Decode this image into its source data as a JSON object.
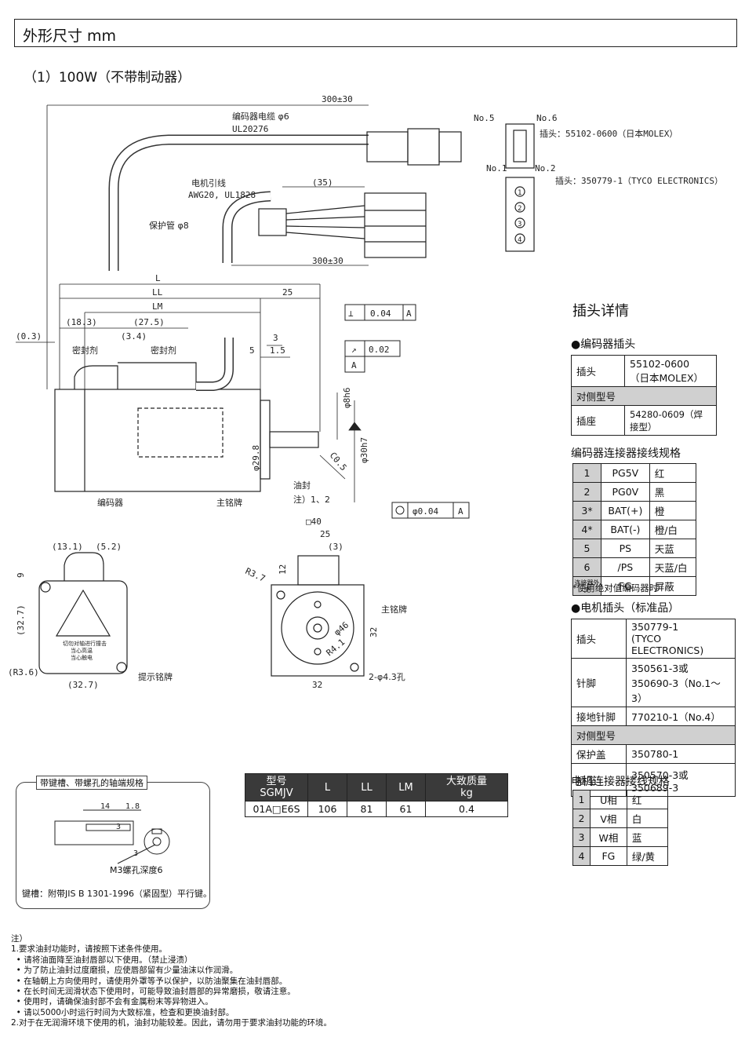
{
  "title": "外形尺寸 mm",
  "subtitle": "（1）100W（不带制动器）",
  "drawing": {
    "encoder_cable": "编码器电缆 φ6",
    "encoder_cable_spec": "UL20276",
    "cable_len_top": "300±30",
    "motor_lead": "电机引线",
    "motor_lead_spec": "AWG20, UL1828",
    "dim_35": "(35)",
    "protect_tube": "保护管 φ8",
    "cable_len_mid": "300±30",
    "dim_L": "L",
    "dim_LL": "LL",
    "dim_LM": "LM",
    "dim_25": "25",
    "dim_183": "(18.3)",
    "dim_275": "(27.5)",
    "dim_03": "(0.3)",
    "dim_34": "(3.4)",
    "seal1": "密封剂",
    "seal2": "密封剂",
    "dim_3": "3",
    "dim_5": "5",
    "dim_15": "1.5",
    "tol_perp": "0.04",
    "tol_runout": "0.02",
    "datum": "A",
    "dia_shaft": "φ8h6",
    "dia_pilot": "φ30h7",
    "dia_298": "φ29.8",
    "chamfer": "C0.5",
    "oil_seal": "油封",
    "oil_seal_note": "注）1、2",
    "encoder": "编码器",
    "nameplate": "主铭牌",
    "tol_coax": "φ0.04",
    "sq40": "□40",
    "dim_25b": "25",
    "dim_3b": "(3)",
    "dim_12": "12",
    "r37": "R3.7",
    "nameplate2": "主铭牌",
    "phi46": "φ46",
    "r41": "R4.1",
    "dim_32v": "32",
    "dim_32h": "32",
    "holes": "2-φ4.3孔",
    "dim_131": "(13.1)",
    "dim_52": "(5.2)",
    "dim_9": "9",
    "dim_327v": "(32.7)",
    "dim_327h": "(32.7)",
    "r36": "(R3.6)",
    "warn_plate": "提示铭牌",
    "warn_text": [
      "切勿对轴进行撞击",
      "当心高温",
      "当心触电"
    ]
  },
  "connectors": {
    "no5": "No.5",
    "no6": "No.6",
    "no1": "No.1",
    "no2": "No.2",
    "enc_plug": "插头：55102-0600（日本MOLEX）",
    "mot_plug": "插头：350779-1（TYCO ELECTRONICS）",
    "pins": [
      "1",
      "2",
      "3",
      "4"
    ]
  },
  "plug_details": {
    "title": "插头详情",
    "encoder_plug_title": "●编码器插头",
    "encoder_plug_rows": [
      {
        "k": "插头",
        "v": "55102-0600\n（日本MOLEX）"
      },
      {
        "k": "对侧型号",
        "v": ""
      },
      {
        "k": "插座",
        "v": "54280-0609（焊接型）"
      }
    ],
    "encoder_wiring_title": "编码器连接器接线规格",
    "encoder_wiring": [
      [
        "1",
        "PG5V",
        "红"
      ],
      [
        "2",
        "PG0V",
        "黑"
      ],
      [
        "3*",
        "BAT(+)",
        "橙"
      ],
      [
        "4*",
        "BAT(-)",
        "橙/白"
      ],
      [
        "5",
        "PS",
        "天蓝"
      ],
      [
        "6",
        "/PS",
        "天蓝/白"
      ],
      [
        "连接器外壳",
        "FG",
        "屏蔽"
      ]
    ],
    "encoder_note": "*使用绝对值编码器时",
    "motor_plug_title": "●电机插头（标准品）",
    "motor_plug_rows": [
      {
        "k": "插头",
        "v": "350779-1\n(TYCO ELECTRONICS)"
      },
      {
        "k": "针脚",
        "v": "350561-3或\n350690-3（No.1～3）"
      },
      {
        "k": "接地针脚",
        "v": "770210-1（No.4）"
      },
      {
        "k": "对侧型号",
        "v": ""
      },
      {
        "k": "保护盖",
        "v": "350780-1"
      },
      {
        "k": "插座",
        "v": "350570-3或\n350689-3"
      }
    ],
    "motor_wiring_title": "电机连接器接线规格",
    "motor_wiring": [
      [
        "1",
        "U相",
        "红"
      ],
      [
        "2",
        "V相",
        "白"
      ],
      [
        "3",
        "W相",
        "蓝"
      ],
      [
        "4",
        "FG",
        "绿/黄"
      ]
    ]
  },
  "keyway": {
    "title": "带键槽、带螺孔的轴端规格",
    "d14": "14",
    "d18": "1.8",
    "d3a": "3",
    "d3b": "3",
    "thread": "M3螺孔深度6",
    "key_note": "键槽：附带JIS B 1301-1996（紧固型）平行键。"
  },
  "model_table": {
    "headers": [
      "型号\nSGMJV",
      "L",
      "LL",
      "LM",
      "大致质量\nkg"
    ],
    "row": [
      "01A□E6S",
      "106",
      "81",
      "61",
      "0.4"
    ]
  },
  "notes": [
    "注）",
    "1.要求油封功能时，请按照下述条件使用。",
    "  • 请将油面降至油封唇部以下使用。（禁止浸渍）",
    "  • 为了防止油封过度磨损，应使唇部留有少量油沫以作润滑。",
    "  • 在轴朝上方向使用时，请使用外罩等予以保护，以防油聚集在油封唇部。",
    "  • 在长时间无润滑状态下使用时，可能导致油封唇部的异常磨损，敬请注意。",
    "  • 使用时，请确保油封部不会有金属粉末等异物进入。",
    "  • 请以5000小时运行时间为大致标准，检查和更换油封部。",
    "2.对于在无润滑环境下使用的机，油封功能较差。因此，请勿用于要求油封功能的环境。"
  ]
}
